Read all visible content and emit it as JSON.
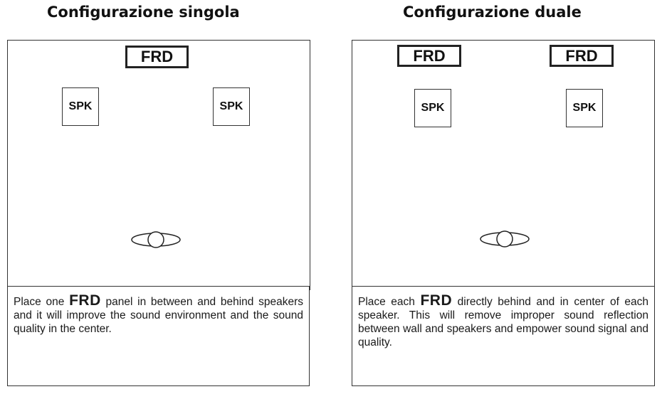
{
  "headings": {
    "single": "Configurazione singola",
    "dual": "Configurazione duale"
  },
  "labels": {
    "frd": "FRD",
    "spk": "SPK"
  },
  "single": {
    "desc_before": "Place one ",
    "desc_after": " panel in between and behind speakers and it will improve the sound environment and the sound quality in the center."
  },
  "dual": {
    "desc_before": "Place each ",
    "desc_after": " directly behind and in center of each speaker. This will remove improper sound reflection between wall and speakers and empower sound signal and quality."
  },
  "icons": {
    "listener": "listener-head-icon"
  }
}
